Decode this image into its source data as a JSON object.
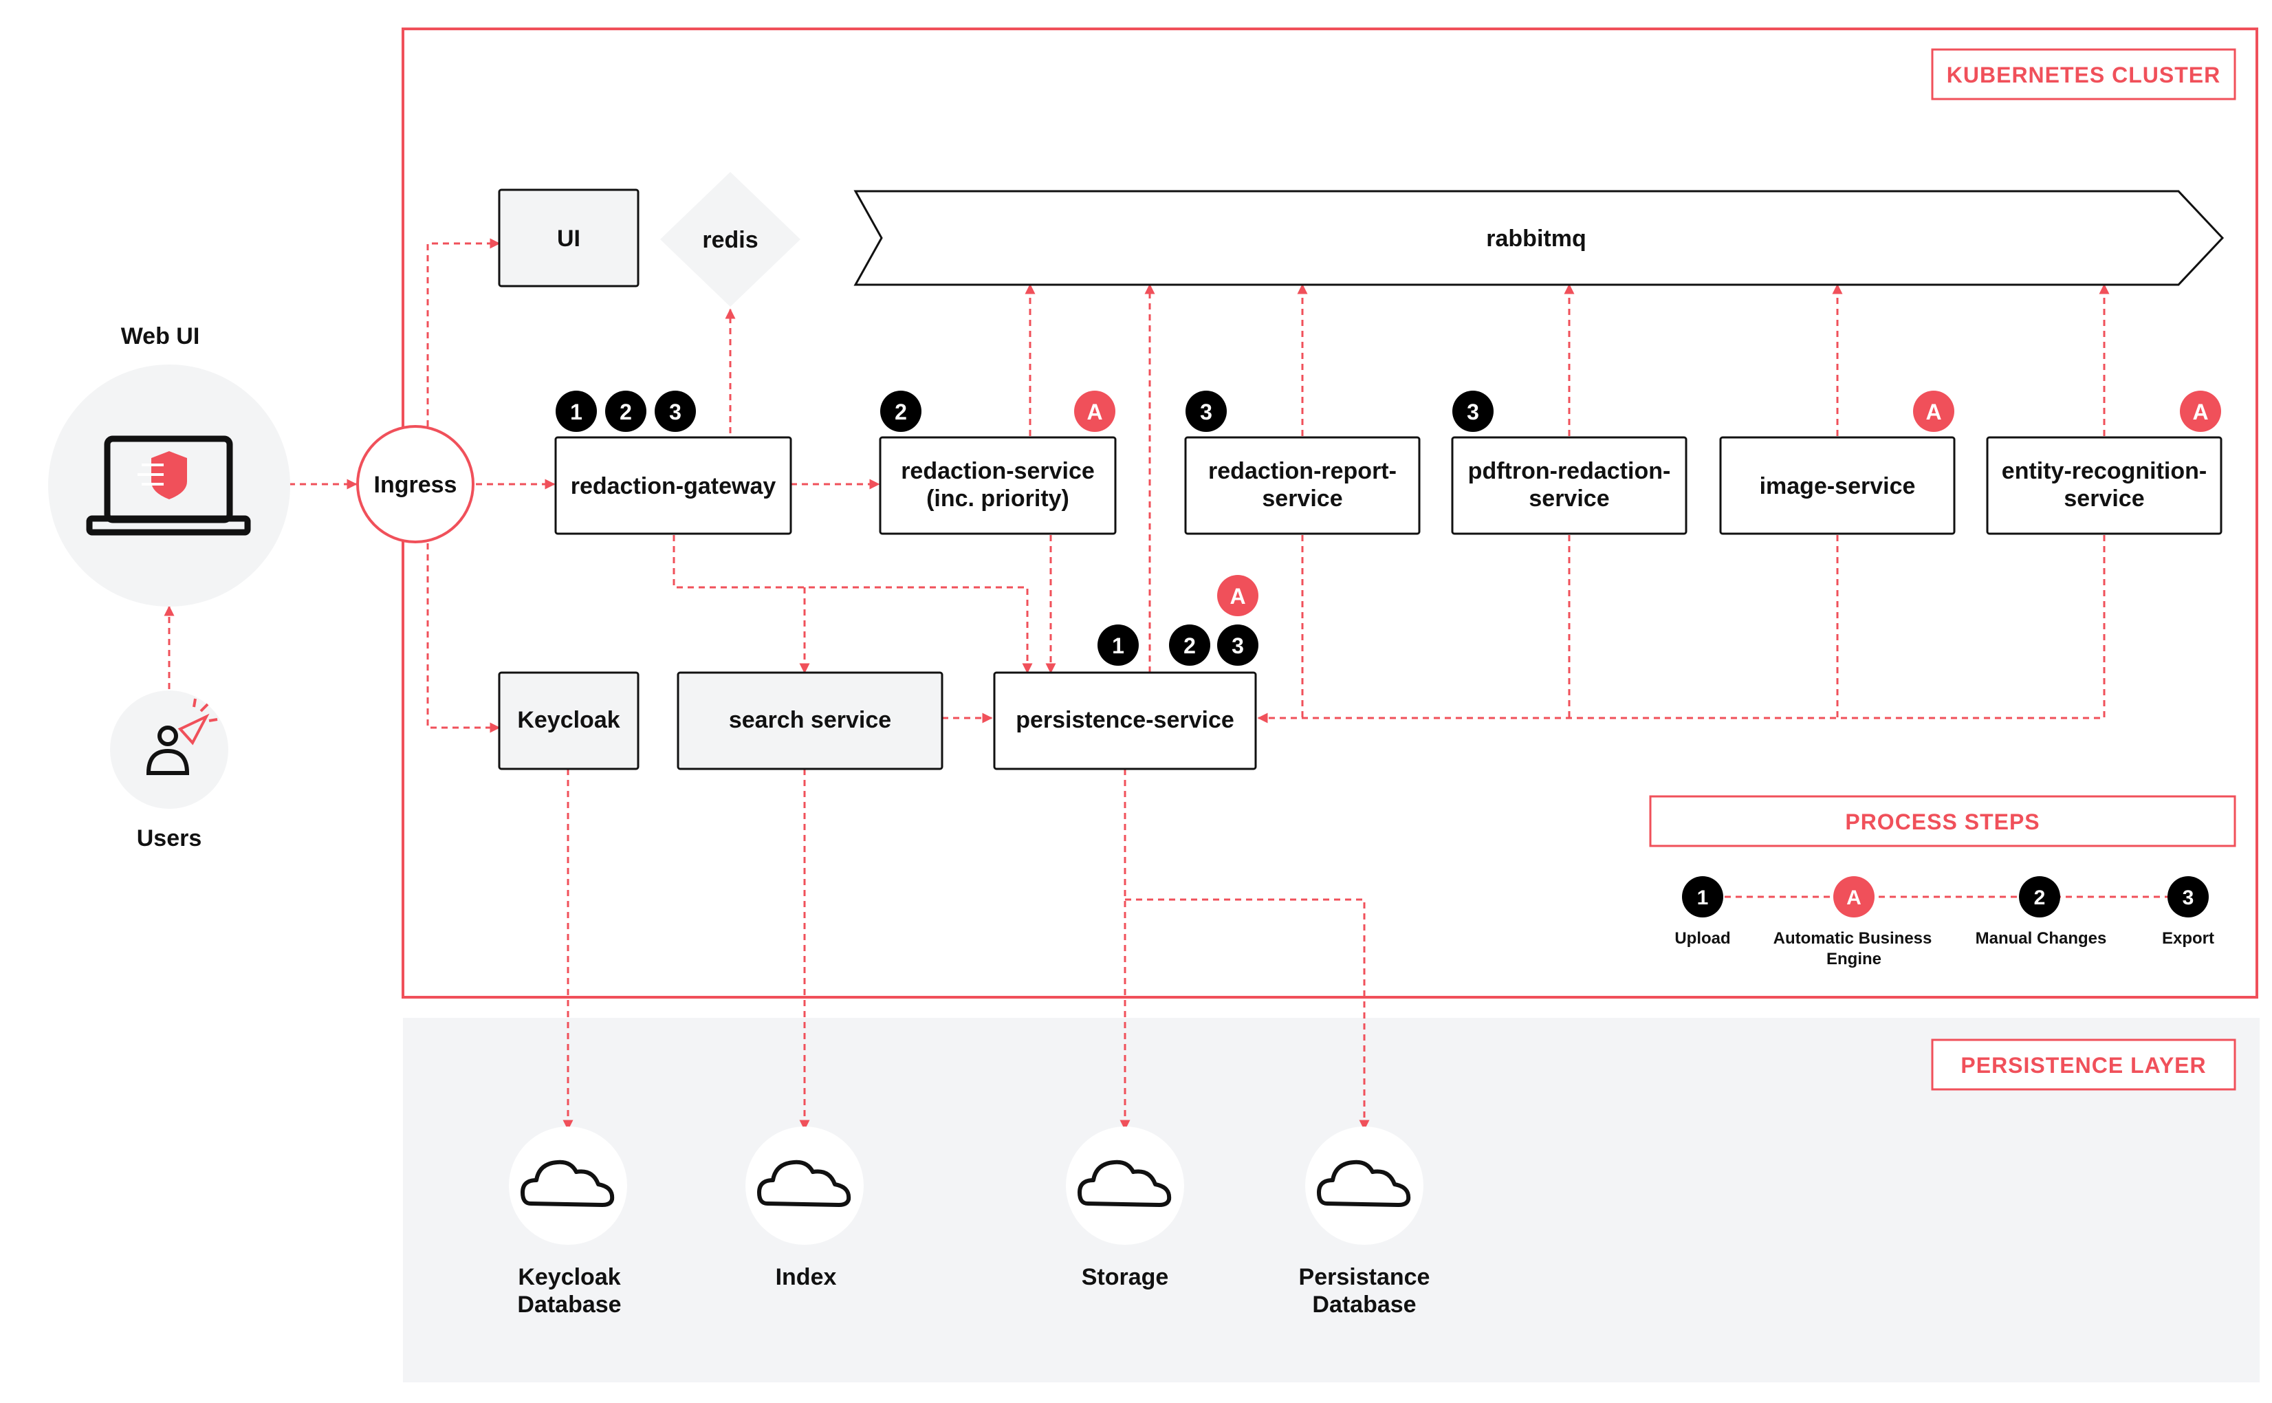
{
  "web_ui": {
    "label": "Web UI",
    "icon": "laptop-shield-icon"
  },
  "users": {
    "label": "Users",
    "icon": "user-cursor-icon"
  },
  "ingress": {
    "label": "Ingress"
  },
  "cluster": {
    "tag": "KUBERNETES CLUSTER"
  },
  "persistence_layer": {
    "tag": "PERSISTENCE LAYER"
  },
  "nodes": {
    "ui": "UI",
    "redis": "redis",
    "rabbitmq": "rabbitmq",
    "redaction_gateway": "redaction-gateway",
    "redaction_service_1": "redaction-service",
    "redaction_service_2": "(inc. priority)",
    "report_service_1": "redaction-report-",
    "report_service_2": "service",
    "pdftron_1": "pdftron-redaction-",
    "pdftron_2": "service",
    "image_service": "image-service",
    "entity_1": "entity-recognition-",
    "entity_2": "service",
    "keycloak": "Keycloak",
    "search_service": "search service",
    "persistence_service": "persistence-service"
  },
  "badges": {
    "one": "1",
    "two": "2",
    "three": "3",
    "auto": "A"
  },
  "databases": {
    "keycloak_db_1": "Keycloak",
    "keycloak_db_2": "Database",
    "index": "Index",
    "storage": "Storage",
    "persistance_db_1": "Persistance",
    "persistance_db_2": "Database"
  },
  "process_steps": {
    "tag": "PROCESS STEPS",
    "upload": "Upload",
    "auto_1": "Automatic Business",
    "auto_2": "Engine",
    "manual": "Manual Changes",
    "export": "Export"
  },
  "colors": {
    "accent": "#f0505a",
    "badge_dark": "#000000",
    "node_fill": "#f3f4f5",
    "layer_bg": "#f3f4f6"
  }
}
